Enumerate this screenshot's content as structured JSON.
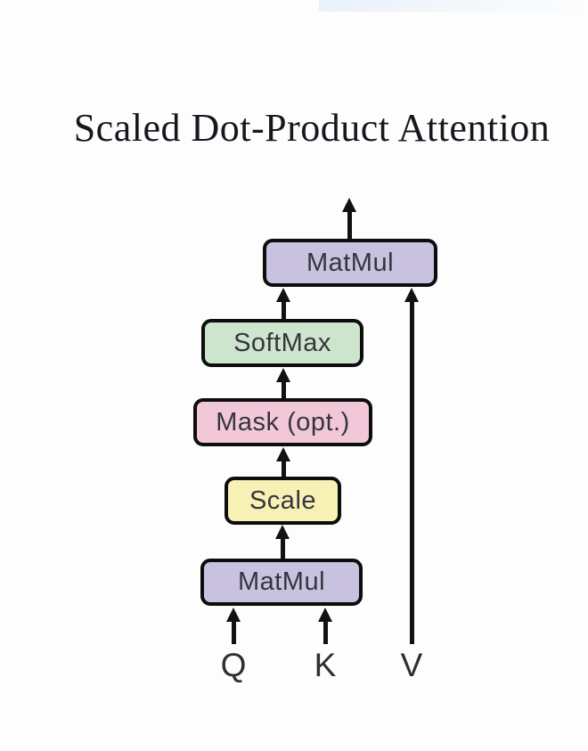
{
  "title": {
    "text": "Scaled Dot-Product Attention"
  },
  "diagram": {
    "stroke_color": "#121212",
    "nodes": [
      {
        "id": "matmul-top",
        "label": "MatMul",
        "fill": "#c8c2e0"
      },
      {
        "id": "softmax",
        "label": "SoftMax",
        "fill": "#cde4cd"
      },
      {
        "id": "mask",
        "label": "Mask (opt.)",
        "fill": "#f2c8d9"
      },
      {
        "id": "scale",
        "label": "Scale",
        "fill": "#f7f1b5"
      },
      {
        "id": "matmul-bottom",
        "label": "MatMul",
        "fill": "#c8c2e0"
      }
    ],
    "inputs": [
      {
        "id": "q",
        "label": "Q"
      },
      {
        "id": "k",
        "label": "K"
      },
      {
        "id": "v",
        "label": "V"
      }
    ]
  }
}
